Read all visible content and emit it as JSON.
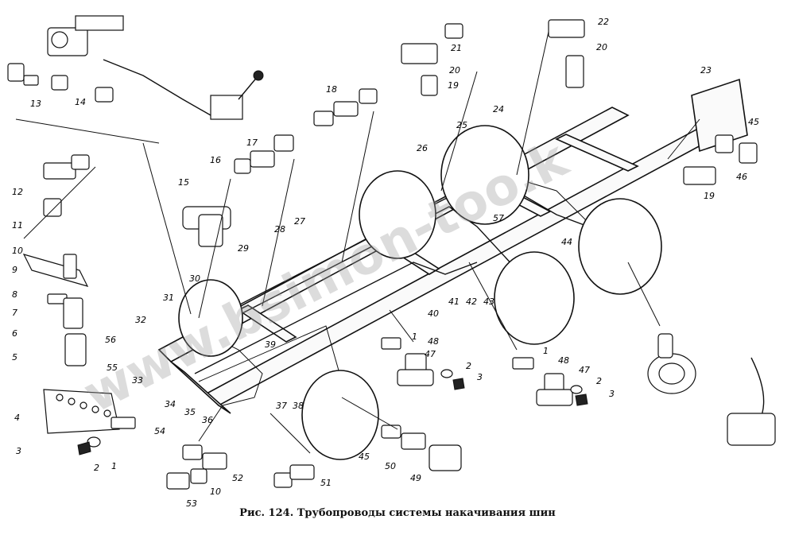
{
  "caption": "Рис. 124. Трубопроводы системы накачивания шин",
  "watermark": "www.bsimon-too.k",
  "labels": [
    "1",
    "2",
    "3",
    "4",
    "5",
    "6",
    "7",
    "8",
    "9",
    "10",
    "11",
    "12",
    "13",
    "14",
    "15",
    "16",
    "17",
    "18",
    "19",
    "20",
    "21",
    "22",
    "23",
    "24",
    "25",
    "26",
    "27",
    "28",
    "29",
    "30",
    "31",
    "32",
    "33",
    "34",
    "35",
    "36",
    "37",
    "38",
    "39",
    "40",
    "41",
    "42",
    "43",
    "44",
    "45",
    "46",
    "47",
    "48",
    "49",
    "50",
    "51",
    "52",
    "53",
    "54",
    "55",
    "56",
    "57"
  ]
}
